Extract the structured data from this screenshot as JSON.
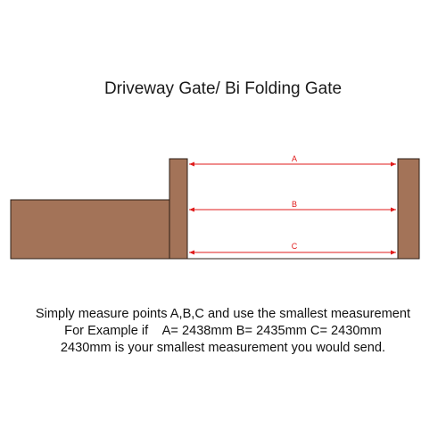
{
  "title": "Driveway Gate/ Bi Folding Gate",
  "measurements": [
    {
      "label": "A"
    },
    {
      "label": "B"
    },
    {
      "label": "C"
    }
  ],
  "instructions": {
    "line1": "Simply measure points A,B,C and use the smallest measurement",
    "line2": "For Example if    A= 2438mm B= 2435mm C= 2430mm",
    "line3": "2430mm is your smallest measurement you would send."
  },
  "colors": {
    "post_fill": "#a37358",
    "wall_fill": "#a37358",
    "outline": "#2b1c14",
    "dimension_line": "#e01b1b"
  }
}
